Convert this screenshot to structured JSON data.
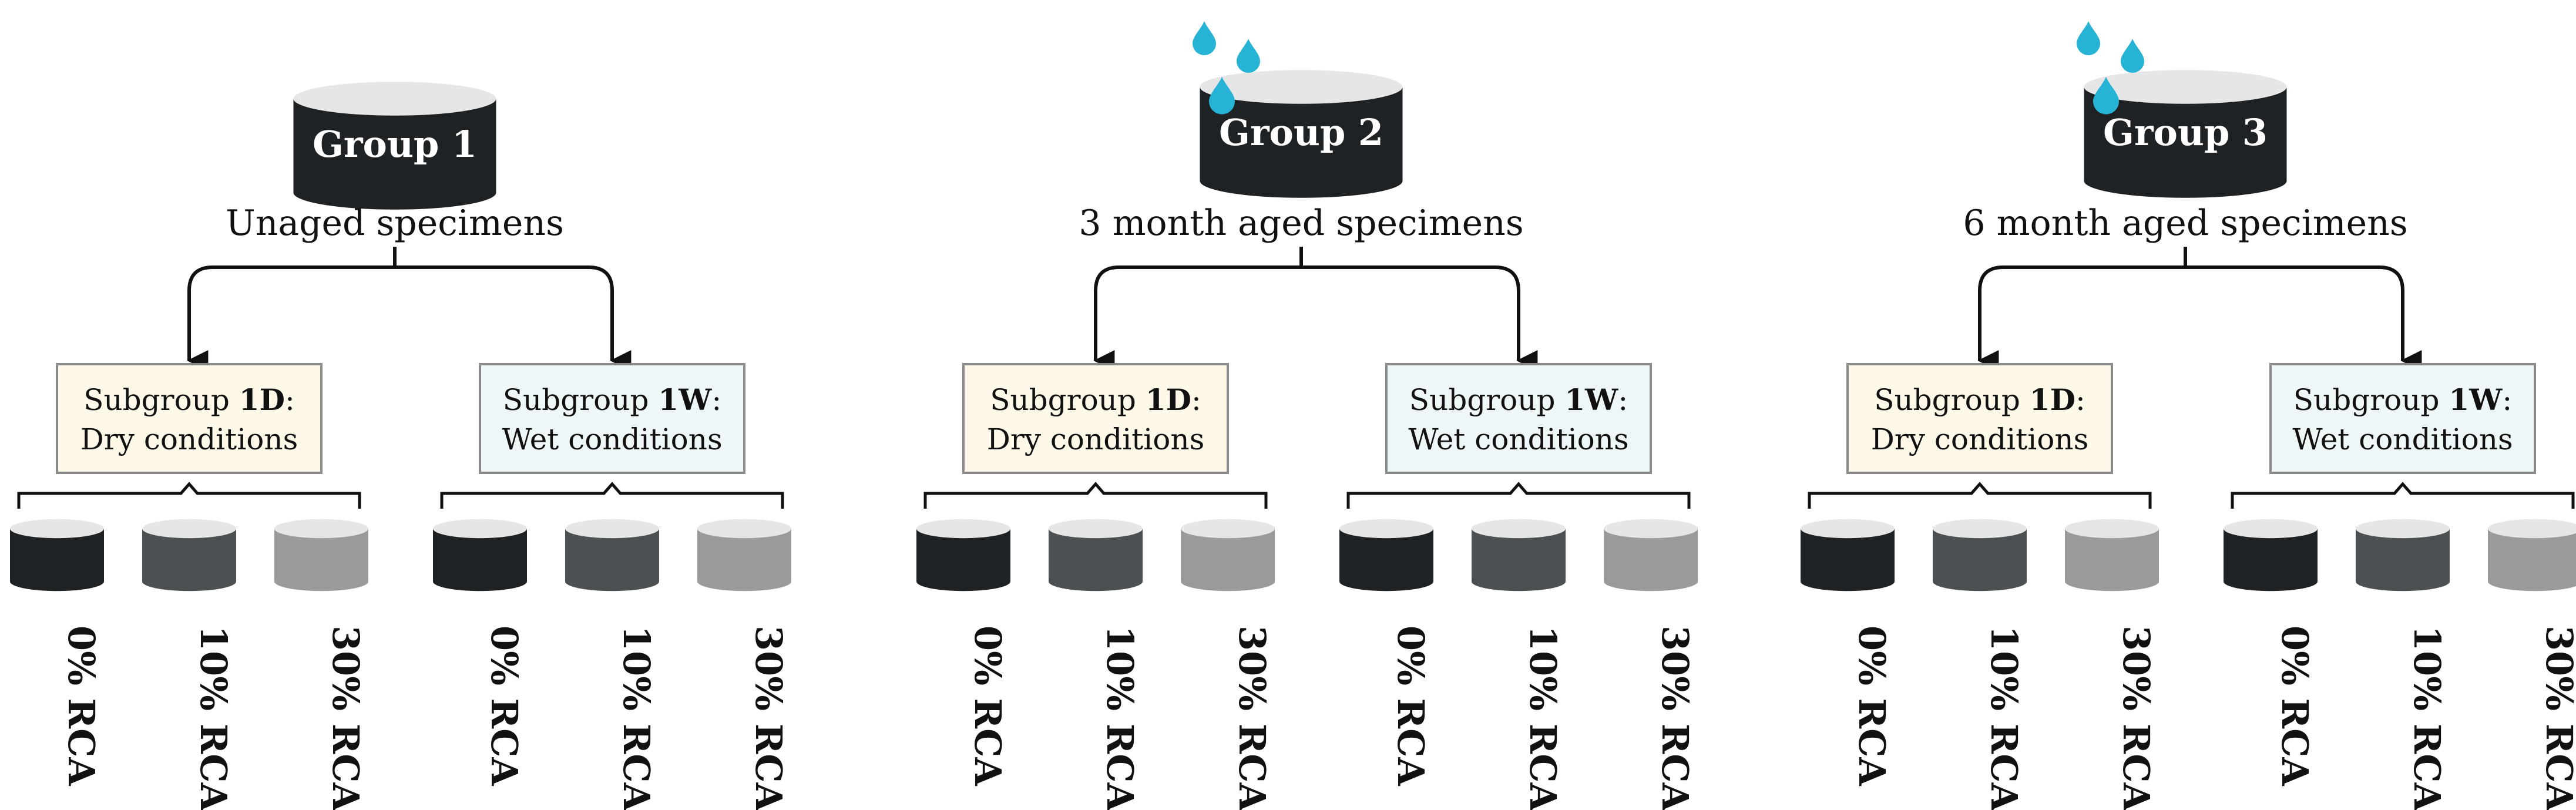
{
  "groups": [
    {
      "title": "Group 1",
      "caption": "Unaged specimens",
      "water_drops": false,
      "subgroups": [
        {
          "prefix": "Subgroup ",
          "code": "1D",
          "suffix": ":",
          "condition": "Dry conditions",
          "fill": "#fdf8e8"
        },
        {
          "prefix": "Subgroup ",
          "code": "1W",
          "suffix": ":",
          "condition": "Wet conditions",
          "fill": "#eef6f8"
        }
      ]
    },
    {
      "title": "Group 2",
      "caption": "3 month aged specimens",
      "water_drops": true,
      "subgroups": [
        {
          "prefix": "Subgroup ",
          "code": "1D",
          "suffix": ":",
          "condition": "Dry conditions",
          "fill": "#fdf8e8"
        },
        {
          "prefix": "Subgroup ",
          "code": "1W",
          "suffix": ":",
          "condition": "Wet conditions",
          "fill": "#eef6f8"
        }
      ]
    },
    {
      "title": "Group 3",
      "caption": "6 month aged specimens",
      "water_drops": true,
      "subgroups": [
        {
          "prefix": "Subgroup ",
          "code": "1D",
          "suffix": ":",
          "condition": "Dry conditions",
          "fill": "#fdf8e8"
        },
        {
          "prefix": "Subgroup ",
          "code": "1W",
          "suffix": ":",
          "condition": "Wet conditions",
          "fill": "#eef6f8"
        }
      ]
    }
  ],
  "specimens": [
    {
      "label": "0% RCA",
      "color": "#1f2224"
    },
    {
      "label": "10% RCA",
      "color": "#4b5152"
    },
    {
      "label": "30% RCA",
      "color": "#9a9a9a"
    }
  ],
  "colors": {
    "group_cylinder": "#1f2224",
    "cylinder_top": "#e6e6e6",
    "water_drop": "#27b3d6",
    "subgroup_border": "#8a8a8a",
    "line": "#111111"
  }
}
